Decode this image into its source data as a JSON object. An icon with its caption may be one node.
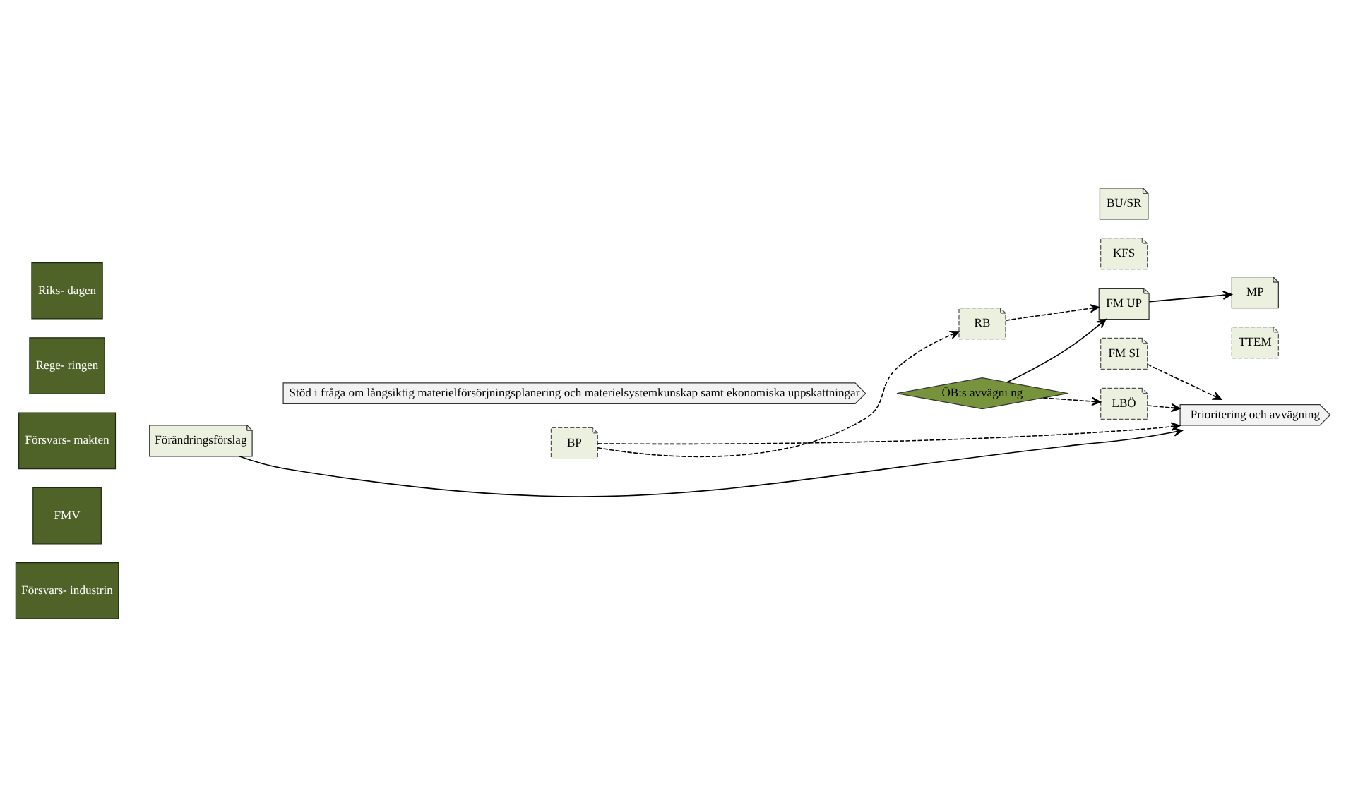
{
  "diagram": {
    "nodes": [
      {
        "text": [
          "Riks- dagen"
        ]
      },
      {
        "text": [
          "Rege- ringen"
        ]
      },
      {
        "text": [
          "Försvars- makten"
        ]
      },
      {
        "text": [
          "FMV"
        ]
      },
      {
        "text": [
          "Försvars- industrin"
        ]
      },
      {
        "text": [
          "Förändringsförslag"
        ]
      },
      {
        "text": [
          "BP"
        ]
      },
      {
        "text": [
          "RB"
        ]
      },
      {
        "text": [
          "LBÖ"
        ]
      },
      {
        "text": [
          "FM SI"
        ]
      },
      {
        "text": [
          "Prioritering och avvägning"
        ]
      },
      {
        "text": [
          "ÖB:s avvägni ng"
        ]
      },
      {
        "text": [
          "Stöd i fråga om långsiktig materielförsörjningsplanering och materielsystemkunskap samt ekonomiska uppskattningar"
        ]
      },
      {
        "text": [
          "KFS"
        ]
      },
      {
        "text": [
          "FM UP"
        ]
      },
      {
        "text": [
          "BU/SR"
        ]
      },
      {
        "text": [
          "MP"
        ]
      },
      {
        "text": [
          "TTEM"
        ]
      }
    ],
    "edges": [
      {
        "from": 6,
        "to": 7,
        "arrow": "to",
        "style": "dashed"
      },
      {
        "from": 11,
        "to": 8,
        "arrow": "to",
        "style": "dashed"
      },
      {
        "from": 6,
        "to": 10,
        "arrow": "to",
        "style": "dashed"
      },
      {
        "from": 8,
        "to": 10,
        "arrow": "to",
        "style": "dashed"
      },
      {
        "from": 9,
        "to": 10,
        "arrow": "to",
        "style": "dashed"
      },
      {
        "from": 5,
        "to": 10,
        "arrow": "to"
      },
      {
        "from": 7,
        "to": 14,
        "arrow": "to",
        "style": "dashed"
      },
      {
        "from": 11,
        "to": 14,
        "arrow": "to"
      },
      {
        "from": 14,
        "to": 16,
        "arrow": "to"
      }
    ]
  }
}
